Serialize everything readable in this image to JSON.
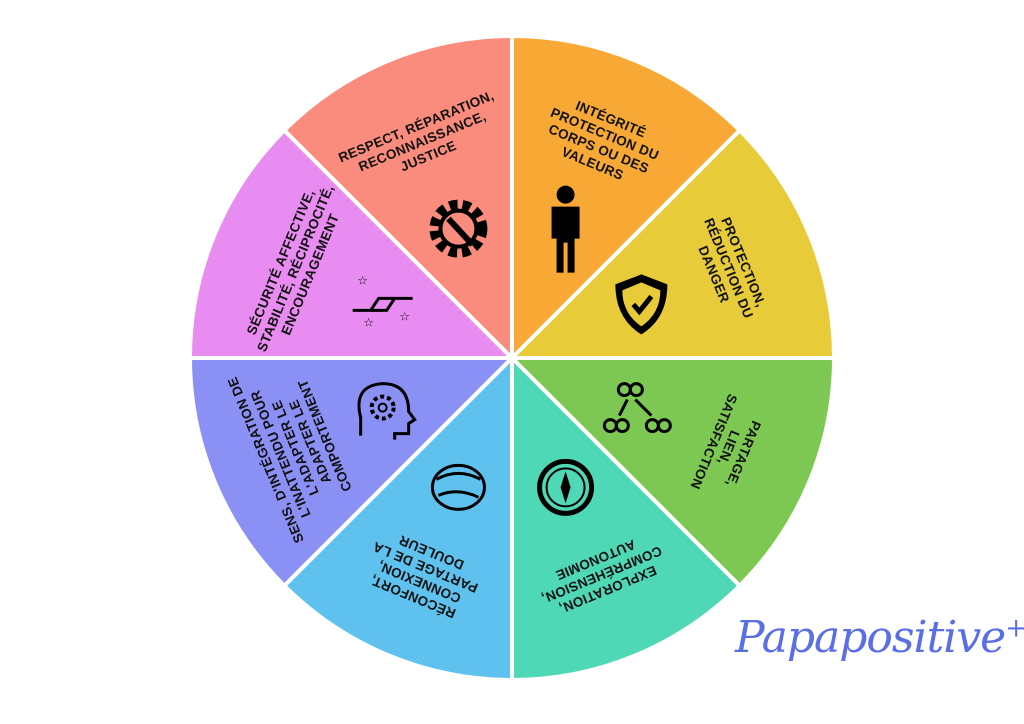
{
  "wheel": {
    "segments": [
      {
        "id": "integrite",
        "color": "#f8a935",
        "icon": "person-icon",
        "lines": [
          "INTÉGRITÉ",
          "PROTECTION DU",
          "CORPS OU DES",
          "VALEURS"
        ]
      },
      {
        "id": "protection",
        "color": "#e7cb39",
        "icon": "shield-check-icon",
        "lines": [
          "PROTECTION,",
          "RÉDUCTION DU",
          "DANGER"
        ]
      },
      {
        "id": "partage",
        "color": "#7dc852",
        "icon": "connected-people-icon",
        "lines": [
          "PARTAGE,",
          "LIEN,",
          "SATISFACTION"
        ]
      },
      {
        "id": "exploration",
        "color": "#4fd8b6",
        "icon": "compass-icon",
        "lines": [
          "EXPLORATION,",
          "COMPRÉHENSION,",
          "AUTONOMIE"
        ]
      },
      {
        "id": "reconfort",
        "color": "#5fc2ee",
        "icon": "hug-icon",
        "lines": [
          "RÉCONFORT,",
          "CONNEXION,",
          "PARTAGE DE LA",
          "DOULEUR"
        ]
      },
      {
        "id": "sens",
        "color": "#8b90f5",
        "icon": "head-gear-icon",
        "lines": [
          "SENS, D'INTÉGRATION DE",
          "L'INATTENDU POUR",
          "L'ADAPTER LE",
          "ADAPTER LE",
          "COMPORTEMENT"
        ]
      },
      {
        "id": "securite",
        "color": "#e98cf1",
        "icon": "helping-hands-icon",
        "lines": [
          "SÉCURITÉ AFFECTIVE,",
          "STABILITÉ, RÉCIPROCITÉ,",
          "ENCOURAGEMENT"
        ]
      },
      {
        "id": "respect",
        "color": "#f98c7d",
        "icon": "gear-wrench-icon",
        "lines": [
          "RESPECT, RÉPARATION,",
          "RECONNAISSANCE,",
          "JUSTICE"
        ]
      }
    ]
  },
  "logo": {
    "text": "Papapositive",
    "mark": "+"
  }
}
